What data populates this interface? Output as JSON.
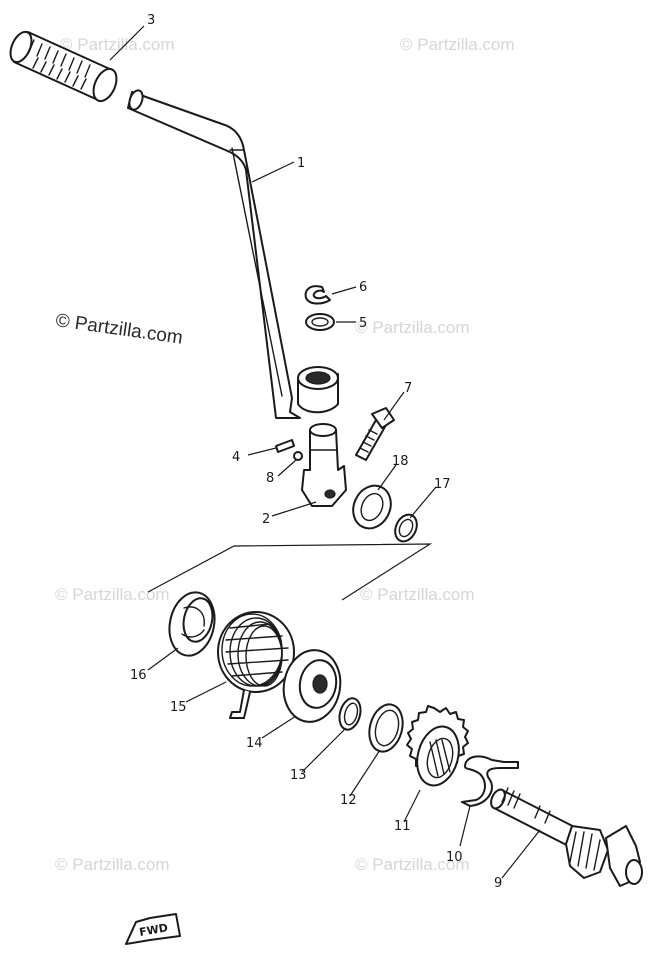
{
  "watermark": {
    "main": "© Partzilla.com",
    "faint": "© Partzilla.com"
  },
  "fwd_label": "FWD",
  "callouts": {
    "c1": "1",
    "c2": "2",
    "c3": "3",
    "c4": "4",
    "c5": "5",
    "c6": "6",
    "c7": "7",
    "c8": "8",
    "c9": "9",
    "c10": "10",
    "c11": "11",
    "c12": "12",
    "c13": "13",
    "c14": "14",
    "c15": "15",
    "c16": "16",
    "c17": "17",
    "c18": "18"
  }
}
